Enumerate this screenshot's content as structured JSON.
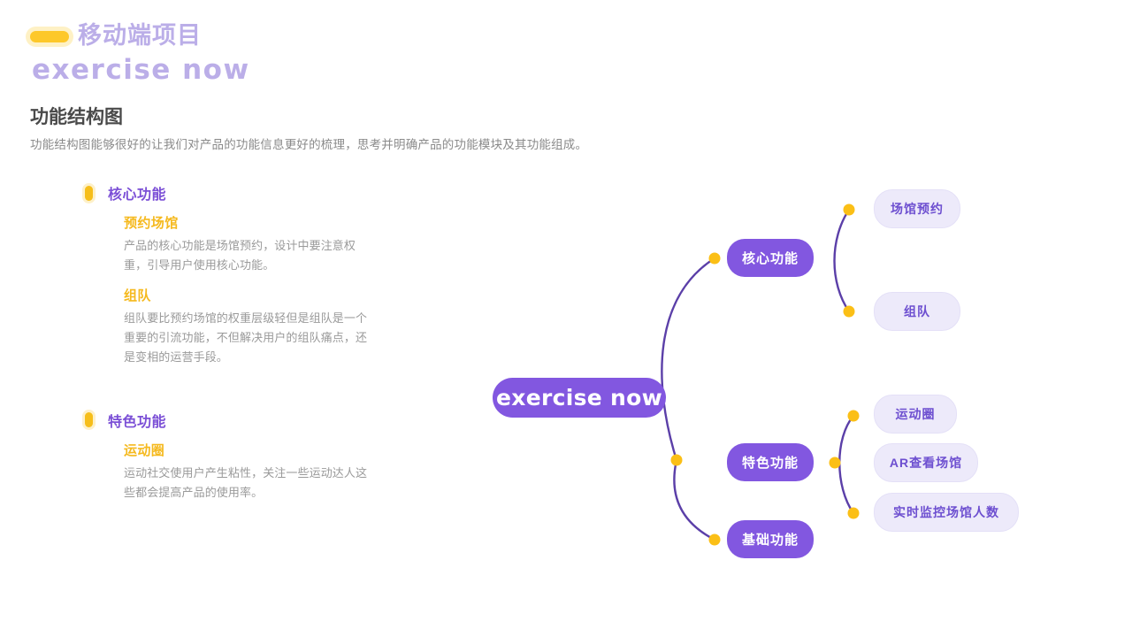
{
  "header": {
    "logo_icon": "yellow-pill-logo",
    "title_cn": "移动端项目",
    "title_en": "exercise now",
    "color": "#BBAEE8"
  },
  "section": {
    "title": "功能结构图",
    "description": "功能结构图能够很好的让我们对产品的功能信息更好的梳理，思考并明确产品的功能模块及其功能组成。"
  },
  "details": {
    "groups": [
      {
        "title": "核心功能",
        "items": [
          {
            "title": "预约场馆",
            "body": "产品的核心功能是场馆预约，设计中要注意权重，引导用户使用核心功能。"
          },
          {
            "title": "组队",
            "body": "组队要比预约场馆的权重层级轻但是组队是一个重要的引流功能，不但解决用户的组队痛点，还是变相的运营手段。"
          }
        ]
      },
      {
        "title": "特色功能",
        "items": [
          {
            "title": "运动圈",
            "body": "运动社交使用户产生粘性，关注一些运动达人这些都会提高产品的使用率。"
          }
        ]
      }
    ]
  },
  "mindmap": {
    "root": {
      "label": "exercise now"
    },
    "branches": [
      {
        "label": "核心功能"
      },
      {
        "label": "特色功能"
      },
      {
        "label": "基础功能"
      }
    ],
    "leaves": [
      {
        "label": "场馆预约"
      },
      {
        "label": "组队"
      },
      {
        "label": "运动圈"
      },
      {
        "label": "AR查看场馆"
      },
      {
        "label": "实时监控场馆人数"
      }
    ],
    "colors": {
      "node_fill": "#8257E0",
      "leaf_fill": "#EDEAFA",
      "leaf_text": "#6D4FD0",
      "connector": "#5B3FA8",
      "dot": "#FBBF16"
    }
  }
}
